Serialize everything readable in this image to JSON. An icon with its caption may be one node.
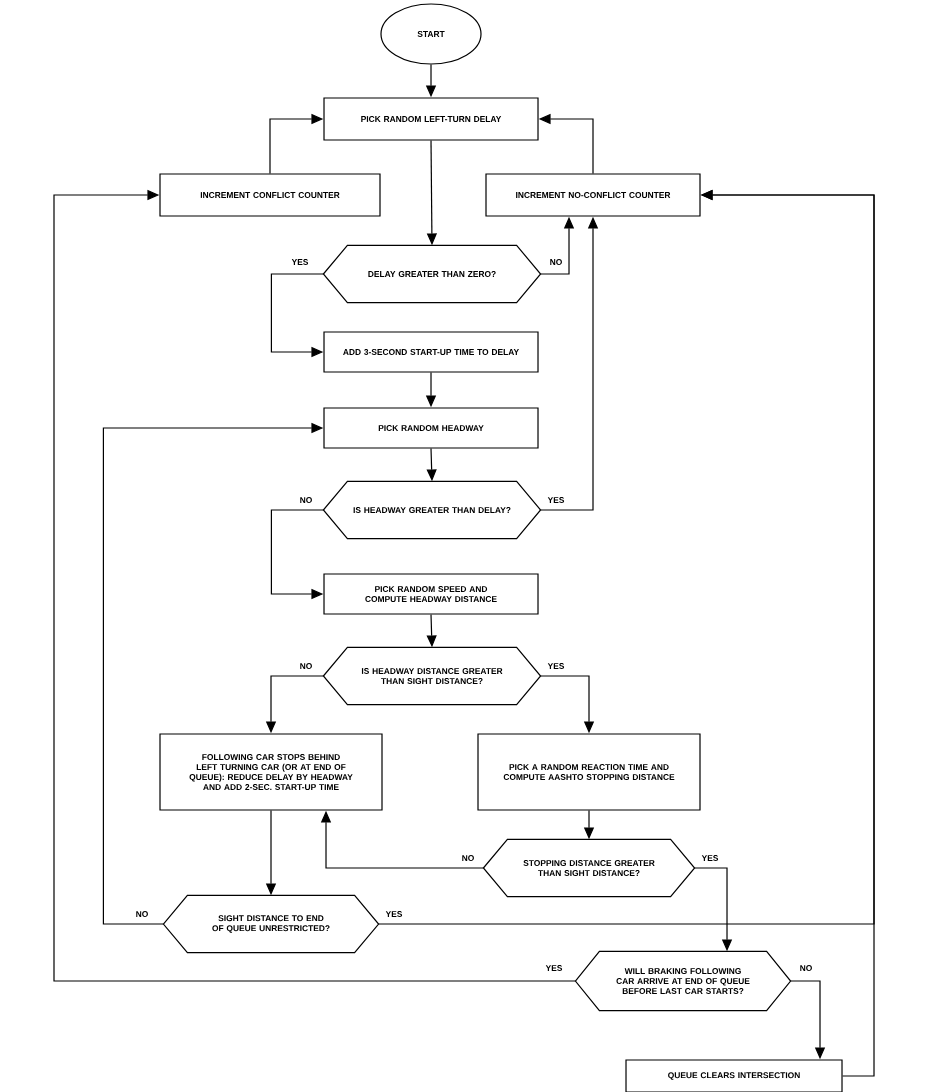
{
  "diagram": {
    "nodes": [
      {
        "text": [
          "START"
        ]
      },
      {
        "text": [
          "PICK RANDOM LEFT-TURN DELAY"
        ]
      },
      {
        "text": [
          "INCREMENT CONFLICT COUNTER"
        ]
      },
      {
        "text": [
          "INCREMENT NO-CONFLICT COUNTER"
        ]
      },
      {
        "text": [
          "DELAY GREATER THAN ZERO?"
        ]
      },
      {
        "text": [
          "ADD 3-SECOND START-UP TIME TO DELAY"
        ]
      },
      {
        "text": [
          "PICK RANDOM HEADWAY"
        ]
      },
      {
        "text": [
          "IS HEADWAY GREATER THAN DELAY?"
        ]
      },
      {
        "text": [
          "PICK RANDOM SPEED AND COMPUTE HEADWAY DISTANCE"
        ]
      },
      {
        "text": [
          "IS HEADWAY DISTANCE GREATER THAN SIGHT DISTANCE?"
        ]
      },
      {
        "text": [
          "FOLLOWING CAR STOPS BEHIND LEFT TURNING CAR (OR AT END OF QUEUE): REDUCE DELAY BY HEADWAY AND ADD 2-SEC. START-UP TIME"
        ]
      },
      {
        "text": [
          "PICK A RANDOM REACTION TIME AND COMPUTE AASHTO STOPPING DISTANCE"
        ]
      },
      {
        "text": [
          "STOPPING DISTANCE GREATER THAN SIGHT DISTANCE?"
        ]
      },
      {
        "text": [
          "SIGHT DISTANCE TO END OF QUEUE UNRESTRICTED?"
        ]
      },
      {
        "text": [
          "WILL BRAKING FOLLOWING CAR ARRIVE AT END OF QUEUE BEFORE LAST CAR STARTS?"
        ]
      },
      {
        "text": [
          "QUEUE CLEARS INTERSECTION"
        ]
      }
    ],
    "edges": [
      {
        "from": 0,
        "to": 1,
        "arrow": "to"
      },
      {
        "from": 1,
        "to": 4,
        "arrow": "to"
      },
      {
        "from": 2,
        "to": 1,
        "arrow": "to"
      },
      {
        "from": 3,
        "to": 1,
        "arrow": "to"
      },
      {
        "from": 4,
        "to": 5,
        "arrow": "to",
        "label": "YES"
      },
      {
        "from": 4,
        "to": 3,
        "arrow": "to",
        "label": "NO"
      },
      {
        "from": 5,
        "to": 6,
        "arrow": "to"
      },
      {
        "from": 6,
        "to": 7,
        "arrow": "to"
      },
      {
        "from": 7,
        "to": 8,
        "arrow": "to",
        "label": "NO"
      },
      {
        "from": 7,
        "to": 3,
        "arrow": "to",
        "label": "YES"
      },
      {
        "from": 8,
        "to": 9,
        "arrow": "to"
      },
      {
        "from": 9,
        "to": 10,
        "arrow": "to",
        "label": "NO"
      },
      {
        "from": 9,
        "to": 11,
        "arrow": "to",
        "label": "YES"
      },
      {
        "from": 11,
        "to": 12,
        "arrow": "to"
      },
      {
        "from": 12,
        "to": 10,
        "arrow": "to",
        "label": "NO"
      },
      {
        "from": 12,
        "to": 14,
        "arrow": "to",
        "label": "YES"
      },
      {
        "from": 10,
        "to": 13,
        "arrow": "to"
      },
      {
        "from": 13,
        "to": 6,
        "arrow": "to",
        "label": "NO"
      },
      {
        "from": 13,
        "to": 3,
        "arrow": "to",
        "label": "YES"
      },
      {
        "from": 14,
        "to": 2,
        "arrow": "to",
        "label": "YES"
      },
      {
        "from": 14,
        "to": 15,
        "arrow": "to",
        "label": "NO"
      },
      {
        "from": 15,
        "to": 3,
        "arrow": "to"
      }
    ]
  }
}
